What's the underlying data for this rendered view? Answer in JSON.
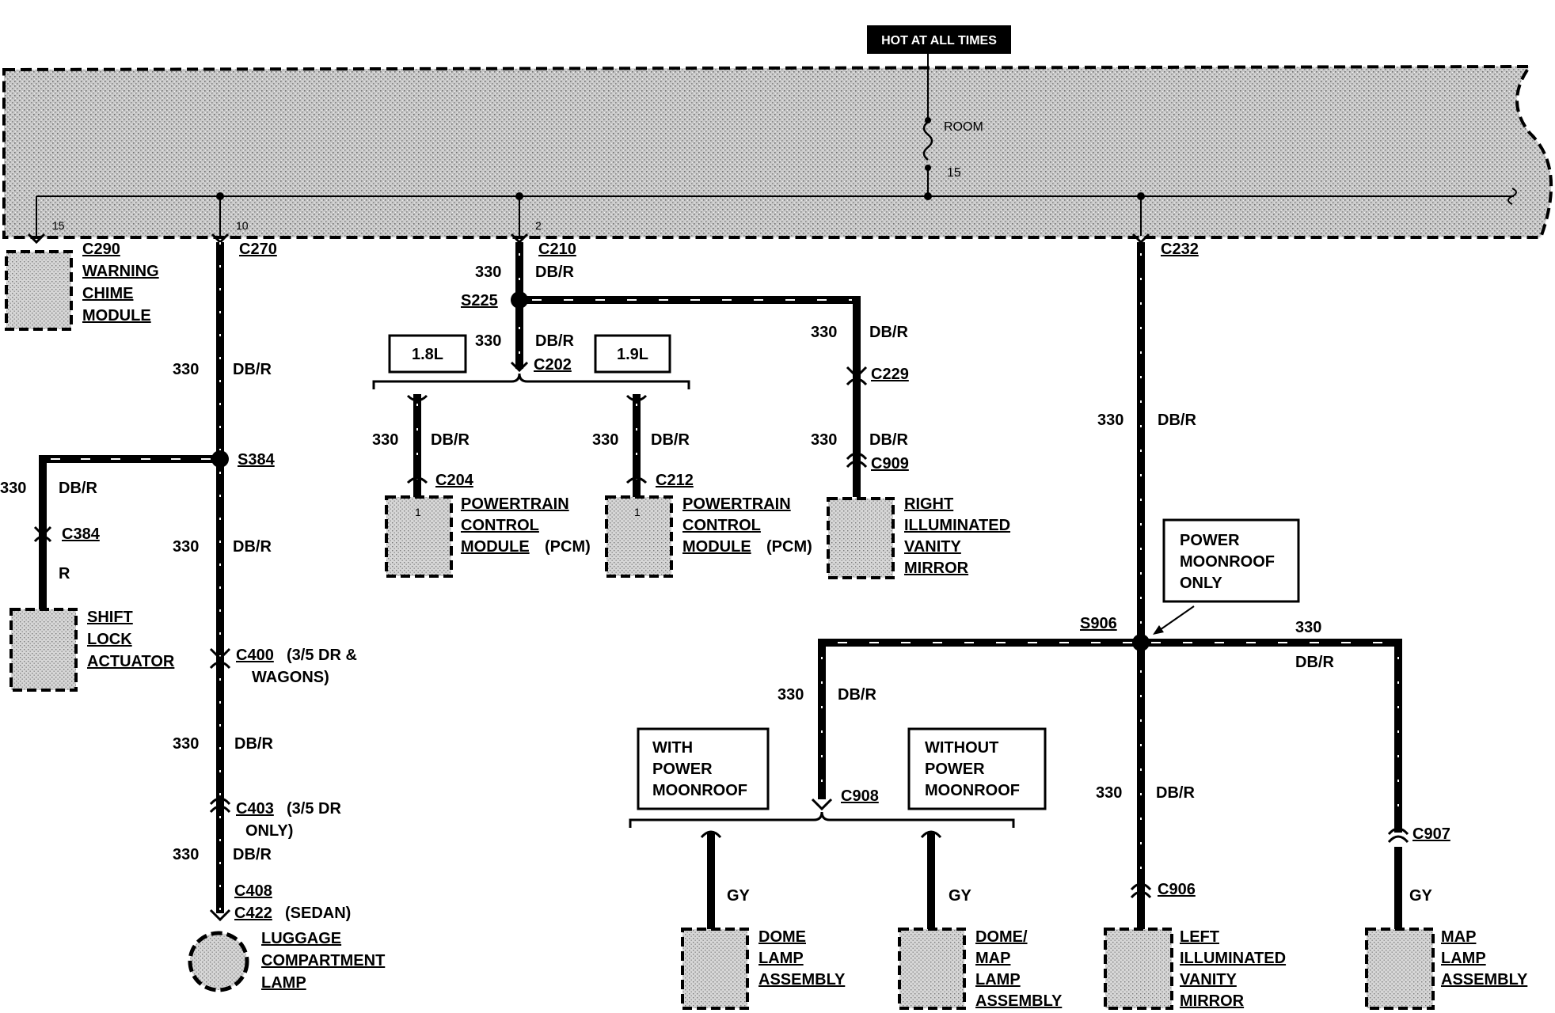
{
  "header": {
    "hot_label": "HOT AT ALL TIMES"
  },
  "fuse": {
    "label": "ROOM",
    "number": "15"
  },
  "bus_taps": [
    "15",
    "10",
    "2"
  ],
  "connectors": {
    "c290": "C290",
    "c270": "C270",
    "c210": "C210",
    "c232": "C232",
    "s225": "S225",
    "c202": "C202",
    "c229": "C229",
    "c909": "C909",
    "c204": "C204",
    "c212": "C212",
    "s384": "S384",
    "c384": "C384",
    "c400": "C400",
    "c400_note_a": "(3/5 DR &",
    "c400_note_b": "WAGONS)",
    "c403": "C403",
    "c403_note_a": "(3/5 DR",
    "c403_note_b": "ONLY)",
    "c408": "C408",
    "c422": "C422",
    "c422_note": "(SEDAN)",
    "s906": "S906",
    "c908": "C908",
    "c906": "C906",
    "c907": "C907"
  },
  "wires": {
    "circuit": "330",
    "color_dbr": "DB/R",
    "color_r": "R",
    "color_gy": "GY"
  },
  "engine_options": {
    "a": "1.8L",
    "b": "1.9L"
  },
  "notes": {
    "power_moonroof_only": [
      "POWER",
      "MOONROOF",
      "ONLY"
    ],
    "with_power_moonroof": [
      "WITH",
      "POWER",
      "MOONROOF"
    ],
    "without_power_moonroof": [
      "WITHOUT",
      "POWER",
      "MOONROOF"
    ]
  },
  "components": {
    "warning_chime": [
      "WARNING",
      "CHIME",
      "MODULE"
    ],
    "shift_lock": [
      "SHIFT",
      "LOCK",
      "ACTUATOR"
    ],
    "luggage_lamp": [
      "LUGGAGE",
      "COMPARTMENT",
      "LAMP"
    ],
    "pcm": [
      "POWERTRAIN",
      "CONTROL",
      "MODULE"
    ],
    "pcm_suffix": "(PCM)",
    "pin_1": "1",
    "right_mirror": [
      "RIGHT",
      "ILLUMINATED",
      "VANITY",
      "MIRROR"
    ],
    "dome_lamp": [
      "DOME",
      "LAMP",
      "ASSEMBLY"
    ],
    "dome_map_lamp": [
      "DOME/",
      "MAP",
      "LAMP",
      "ASSEMBLY"
    ],
    "left_mirror": [
      "LEFT",
      "ILLUMINATED",
      "VANITY",
      "MIRROR"
    ],
    "map_lamp": [
      "MAP",
      "LAMP",
      "ASSEMBLY"
    ]
  }
}
